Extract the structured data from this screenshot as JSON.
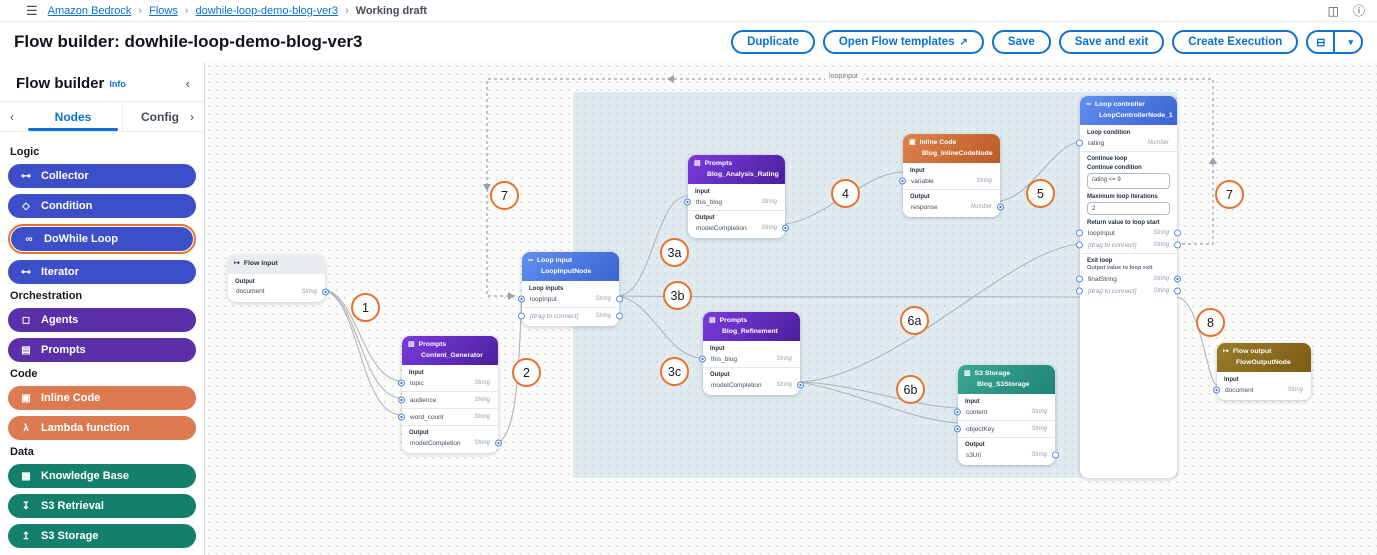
{
  "topbar": {
    "breadcrumb": {
      "items": [
        "Amazon Bedrock",
        "Flows",
        "dowhile-loop-demo-blog-ver3"
      ],
      "current": "Working draft"
    }
  },
  "header": {
    "title": "Flow builder: dowhile-loop-demo-blog-ver3",
    "actions": {
      "duplicate": "Duplicate",
      "open_flow_templates": "Open Flow templates",
      "save": "Save",
      "save_and_exit": "Save and exit",
      "create_execution": "Create Execution"
    }
  },
  "sidebar": {
    "title": "Flow builder",
    "info": "Info",
    "tabs": {
      "nodes": "Nodes",
      "config": "Config"
    },
    "sections": {
      "logic": {
        "label": "Logic",
        "items": [
          {
            "label": "Collector"
          },
          {
            "label": "Condition"
          },
          {
            "label": "DoWhile Loop"
          },
          {
            "label": "Iterator"
          }
        ]
      },
      "orchestration": {
        "label": "Orchestration",
        "items": [
          {
            "label": "Agents"
          },
          {
            "label": "Prompts"
          }
        ]
      },
      "code": {
        "label": "Code",
        "items": [
          {
            "label": "Inline Code"
          },
          {
            "label": "Lambda function"
          }
        ]
      },
      "data": {
        "label": "Data",
        "items": [
          {
            "label": "Knowledge Base"
          },
          {
            "label": "S3 Retrieval"
          },
          {
            "label": "S3 Storage"
          }
        ]
      }
    }
  },
  "canvas": {
    "loop_boundary_label": "loopInput",
    "nodes": {
      "flow_input": {
        "kind": "Flow input",
        "output_label": "Output",
        "rows": [
          {
            "name": "document",
            "type": "String"
          }
        ]
      },
      "content_generator": {
        "kind": "Prompts",
        "title": "Content_Generator",
        "input_label": "Input",
        "output_label": "Output",
        "inputs": [
          {
            "name": "topic",
            "type": "String"
          },
          {
            "name": "audience",
            "type": "String"
          },
          {
            "name": "word_count",
            "type": "String"
          }
        ],
        "outputs": [
          {
            "name": "modelCompletion",
            "type": "String"
          }
        ]
      },
      "loop_input": {
        "kind": "Loop input",
        "title": "LoopInputNode",
        "section_label": "Loop inputs",
        "rows": [
          {
            "name": "loopInput",
            "type": "String"
          },
          {
            "name": "[drag to connect]",
            "type": "String"
          }
        ]
      },
      "blog_analysis_rating": {
        "kind": "Prompts",
        "title": "Blog_Analysis_Rating",
        "input_label": "Input",
        "output_label": "Output",
        "inputs": [
          {
            "name": "this_blog",
            "type": "String"
          }
        ],
        "outputs": [
          {
            "name": "modelCompletion",
            "type": "String"
          }
        ]
      },
      "inline_code": {
        "kind": "Inline Code",
        "title": "Blog_InlineCodeNode",
        "input_label": "Input",
        "output_label": "Output",
        "inputs": [
          {
            "name": "variable",
            "type": "String"
          }
        ],
        "outputs": [
          {
            "name": "response",
            "type": "Number"
          }
        ]
      },
      "blog_refinement": {
        "kind": "Prompts",
        "title": "Blog_Refinement",
        "input_label": "Input",
        "output_label": "Output",
        "inputs": [
          {
            "name": "this_blog",
            "type": "String"
          }
        ],
        "outputs": [
          {
            "name": "modelCompletion",
            "type": "String"
          }
        ]
      },
      "s3_storage": {
        "kind": "S3 Storage",
        "title": "Blog_S3Storage",
        "input_label": "Input",
        "output_label": "Output",
        "inputs": [
          {
            "name": "content",
            "type": "String"
          },
          {
            "name": "objectKey",
            "type": "String"
          }
        ],
        "outputs": [
          {
            "name": "s3Uri",
            "type": "String"
          }
        ]
      },
      "loop_controller": {
        "kind": "Loop controller",
        "title": "LoopControllerNode_1",
        "loop_condition_label": "Loop condition",
        "condition": {
          "name": "rating",
          "type": "Number"
        },
        "continue_loop_label": "Continue loop",
        "continue_condition_label": "Continue condition",
        "continue_condition_value": "rating <= 9",
        "max_iterations_label": "Maximum loop iterations",
        "max_iterations_value": "2",
        "return_label": "Return value to loop start",
        "returns": [
          {
            "name": "loopInput",
            "type": "String"
          },
          {
            "name": "[drag to connect]",
            "type": "String"
          }
        ],
        "exit_label": "Exit loop",
        "exit_sublabel": "Output value to loop exit",
        "exits": [
          {
            "name": "finalString",
            "type": "String"
          },
          {
            "name": "[drag to connect]",
            "type": "String"
          }
        ]
      },
      "flow_output": {
        "kind": "Flow output",
        "title": "FlowOutputNode",
        "input_label": "Input",
        "rows": [
          {
            "name": "document",
            "type": "String"
          }
        ]
      }
    },
    "annotations": {
      "n1": "1",
      "n2": "2",
      "n3a": "3a",
      "n3b": "3b",
      "n3c": "3c",
      "n4": "4",
      "n5": "5",
      "n6a": "6a",
      "n6b": "6b",
      "n7_left": "7",
      "n7_right": "7",
      "n8": "8"
    }
  },
  "icons": {
    "menu": "☰",
    "separator": "›",
    "panel": "◫",
    "info": "ⓘ",
    "external_link": "↗",
    "execution_list": "⊟",
    "caret_down": "▾",
    "collapse": "‹",
    "tab_prev": "‹",
    "tab_next": "›",
    "collector": "⊶",
    "condition": "◇",
    "dowhile_loop": "∞",
    "iterator": "⊷",
    "agents": "◻",
    "prompts": "▤",
    "inline_code": "▣",
    "lambda": "λ",
    "knowledge_base": "▦",
    "s3_retrieval": "↧",
    "s3_storage": "↥",
    "flow_io": "↦",
    "loop": "∞",
    "s3": "▥"
  },
  "colors": {
    "accent_blue": "#0972D3",
    "annotation_orange": "#E8722B",
    "logic_pill": "#3D4EC9",
    "orchestration_pill": "#5A2FA8",
    "code_pill": "#DC7B51",
    "data_pill": "#14806C",
    "prompts_header": "#5B2BB6",
    "loop_header": "#4A79E0",
    "inline_code_header": "#CE6E38",
    "s3_header": "#2B9A87",
    "flow_output_header": "#8B6A1E",
    "loop_region": "#E3EDF2"
  }
}
